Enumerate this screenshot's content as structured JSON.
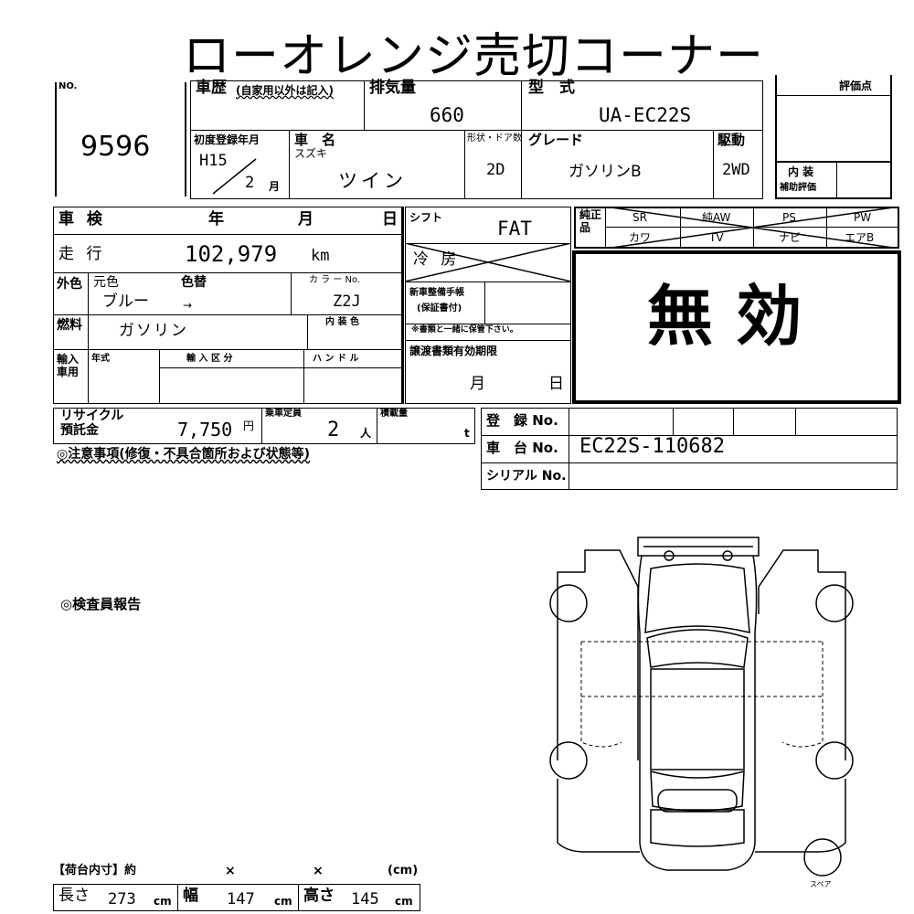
{
  "title": "ローオレンジ売切コーナー",
  "lot": {
    "no_label": "NO.",
    "number": "9596"
  },
  "history": {
    "label": "車歴",
    "note": "(自家用以外は記入)"
  },
  "displacement": {
    "label": "排気量",
    "value": "660"
  },
  "model": {
    "label": "型　式",
    "value": "UA-EC22S"
  },
  "rating": {
    "label": "評価点",
    "interior_label_1": "内 装",
    "interior_label_2": "補助評価"
  },
  "first_reg": {
    "label": "初度登録年月",
    "year": "H15",
    "month": "2",
    "month_unit": "月"
  },
  "car_name": {
    "label": "車　名",
    "maker": "スズキ",
    "name": "ツイン"
  },
  "doors": {
    "label": "形状・ドア数",
    "value": "2D"
  },
  "grade": {
    "label": "グレード",
    "value": "ガソリンB"
  },
  "drive": {
    "label": "駆動",
    "value": "2WD"
  },
  "inspection": {
    "label": "車 検",
    "year": "年",
    "month": "月",
    "day": "日"
  },
  "shift": {
    "label": "シフト",
    "value": "FAT"
  },
  "equipment": {
    "side_label": "純正品",
    "row1": [
      "SR",
      "純AW",
      "PS",
      "PW"
    ],
    "row2": [
      "カワ",
      "TV",
      "ナビ",
      "エアB"
    ]
  },
  "mileage": {
    "label": "走 行",
    "value": "102,979",
    "unit": "km"
  },
  "aircon": {
    "label": "冷 房"
  },
  "color": {
    "side_label": "外色",
    "orig_label": "元色",
    "change_label": "色替",
    "code_label": "カ ラ ー No.",
    "orig_value": "ブルー",
    "arrow": "→",
    "code_value": "Z2J"
  },
  "service_book": {
    "line1": "新車整備手帳",
    "line2": "(保証書付)",
    "note": "※書類と一緒に保管下さい。"
  },
  "void_stamp": "無 効",
  "fuel": {
    "side_label": "燃料",
    "value": "ガソリン",
    "interior_color_label": "内 装 色"
  },
  "import": {
    "side_label": "輸入車用",
    "year_label": "年式",
    "class_label": "輸 入 区 分",
    "handle_label": "ハ ン ド ル"
  },
  "transfer": {
    "label": "譲渡書類有効期限",
    "month": "月",
    "day": "日"
  },
  "recycle": {
    "label_1": "リサイクル",
    "label_2": "預託金",
    "value": "7,750",
    "unit": "円"
  },
  "capacity": {
    "label": "乗車定員",
    "value": "2",
    "unit": "人"
  },
  "load": {
    "label": "積載量",
    "unit": "t"
  },
  "registration": {
    "label": "登　録 No.",
    "chassis_label": "車　台 No.",
    "chassis_value": "EC22S-110682",
    "serial_label": "シリアル No."
  },
  "notes_heading": "◎注意事項(修復・不具合箇所および状態等)",
  "inspector_heading": "◎検査員報告",
  "cargo": {
    "heading": "【荷台内寸】約",
    "x1": "×",
    "x2": "×",
    "unit_paren": "(cm)",
    "length_label": "長さ",
    "length": "273",
    "width_label": "幅",
    "width": "147",
    "height_label": "高さ",
    "height": "145",
    "cm": "cm"
  },
  "spare_label": "スペア"
}
